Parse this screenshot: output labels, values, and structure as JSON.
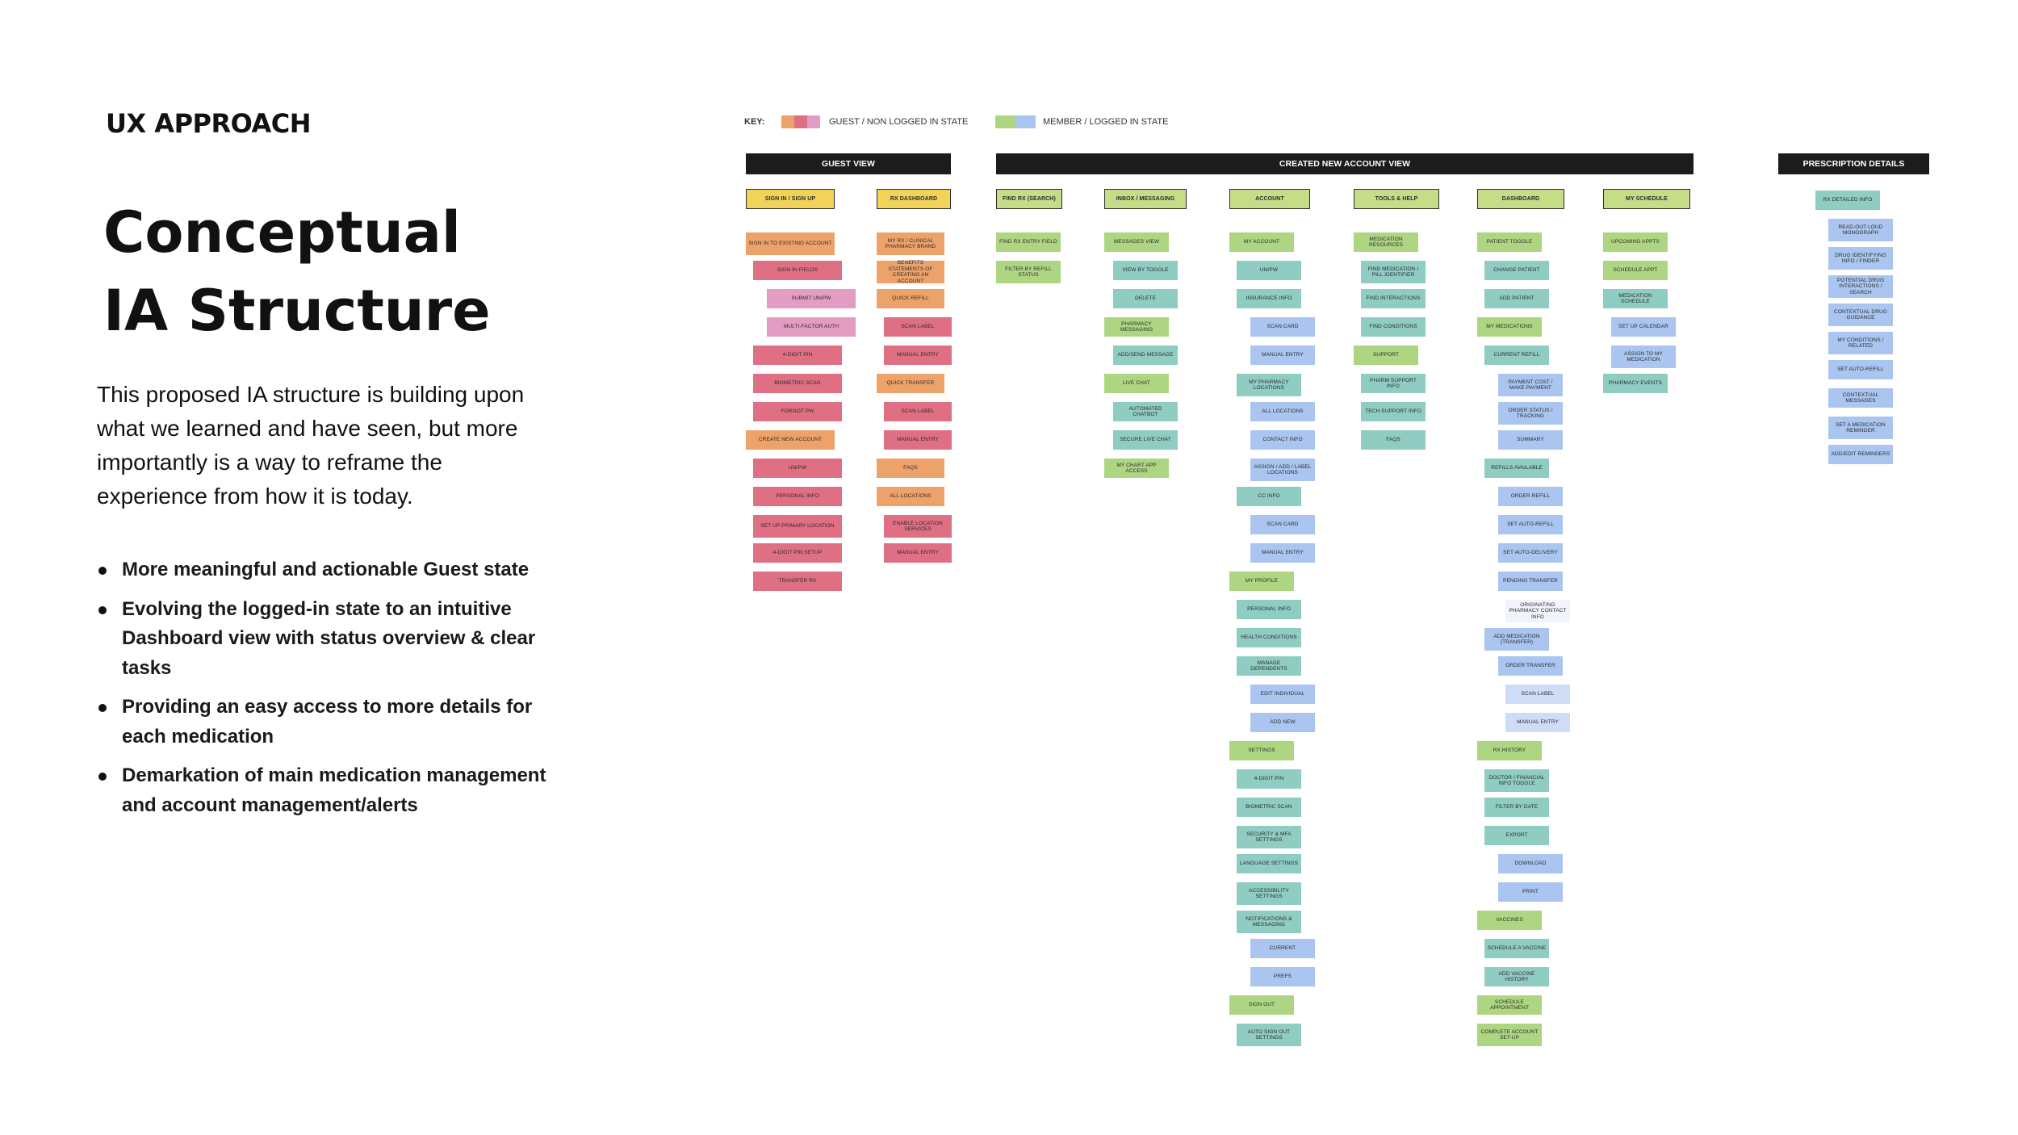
{
  "header": {
    "eyebrow": "UX APPROACH",
    "title_line1": "Conceptual",
    "title_line2": "IA Structure"
  },
  "intro": "This proposed IA structure is building upon what we learned and have seen, but more importantly is a way to reframe the experience from how it is today.",
  "bullets": [
    "More meaningful and actionable Guest state",
    "Evolving the logged-in state to an intuitive Dashboard view with status overview & clear tasks",
    "Providing an easy access to more details for each medication",
    "Demarkation of main medication management and account management/alerts"
  ],
  "key": {
    "label": "KEY:",
    "guest": "GUEST / NON LOGGED IN STATE",
    "member": "MEMBER / LOGGED IN STATE",
    "guest_colors": [
      "#eda26a",
      "#df6f83",
      "#e39cc2"
    ],
    "member_colors": [
      "#aed582",
      "#a9c5f0"
    ]
  },
  "banners": {
    "guest": "GUEST VIEW",
    "account": "CREATED NEW ACCOUNT VIEW",
    "rx": "PRESCRIPTION DETAILS"
  },
  "colors": {
    "yellow": "#f2d35a",
    "orange": "#eda26a",
    "red": "#df6f83",
    "pink": "#e39cc2",
    "light_green": "#c6dc86",
    "green": "#aed582",
    "teal": "#8fccc2",
    "blue": "#a9c5f0",
    "light_blue": "#cfdcf6",
    "banner": "#1c1c1c"
  },
  "columns": [
    {
      "id": "signin",
      "header": "SIGN IN / SIGN UP",
      "items": [
        {
          "text": "SIGN IN TO EXISTING ACCOUNT",
          "color": "orange",
          "level": 0
        },
        {
          "text": "SIGN IN FIELDS",
          "color": "red",
          "level": 1
        },
        {
          "text": "SUBMIT UN/PW",
          "color": "pink",
          "level": 2
        },
        {
          "text": "MULTI-FACTOR AUTH",
          "color": "pink",
          "level": 2
        },
        {
          "text": "4-DIGIT PIN",
          "color": "red",
          "level": 1
        },
        {
          "text": "BIOMETRIC SCAN",
          "color": "red",
          "level": 1
        },
        {
          "text": "FORGOT PW",
          "color": "red",
          "level": 1
        },
        {
          "text": "CREATE NEW ACCOUNT",
          "color": "orange",
          "level": 0
        },
        {
          "text": "UN/PW",
          "color": "red",
          "level": 1
        },
        {
          "text": "PERSONAL INFO",
          "color": "red",
          "level": 1
        },
        {
          "text": "SET UP PRIMARY LOCATION",
          "color": "red",
          "level": 1
        },
        {
          "text": "4-DIGIT PIN SETUP",
          "color": "red",
          "level": 1
        },
        {
          "text": "TRANSFER RX",
          "color": "red",
          "level": 1
        }
      ]
    },
    {
      "id": "rxdash",
      "header": "RX DASHBOARD",
      "items": [
        {
          "text": "MY RX / CLINICAL PHARMACY BRAND",
          "color": "orange",
          "level": 0
        },
        {
          "text": "BENEFITS STATEMENTS OF CREATING AN ACCOUNT",
          "color": "orange",
          "level": 0
        },
        {
          "text": "QUICK REFILL",
          "color": "orange",
          "level": 0
        },
        {
          "text": "SCAN LABEL",
          "color": "red",
          "level": 1
        },
        {
          "text": "MANUAL ENTRY",
          "color": "red",
          "level": 1
        },
        {
          "text": "QUICK TRANSFER",
          "color": "orange",
          "level": 0
        },
        {
          "text": "SCAN LABEL",
          "color": "red",
          "level": 1
        },
        {
          "text": "MANUAL ENTRY",
          "color": "red",
          "level": 1
        },
        {
          "text": "FAQS",
          "color": "orange",
          "level": 0
        },
        {
          "text": "ALL LOCATIONS",
          "color": "orange",
          "level": 0
        },
        {
          "text": "ENABLE LOCATION SERVICES",
          "color": "red",
          "level": 1
        },
        {
          "text": "MANUAL ENTRY",
          "color": "red",
          "level": 1
        }
      ]
    },
    {
      "id": "findrx",
      "header": "FIND RX (SEARCH)",
      "items": [
        {
          "text": "FIND RX ENTRY FIELD",
          "color": "green",
          "level": 0
        },
        {
          "text": "FILTER BY REFILL STATUS",
          "color": "green",
          "level": 0
        }
      ]
    },
    {
      "id": "inbox",
      "header": "INBOX / MESSAGING",
      "items": [
        {
          "text": "MESSAGES VIEW",
          "color": "green",
          "level": 0
        },
        {
          "text": "VIEW BY TOGGLE",
          "color": "teal",
          "level": 1
        },
        {
          "text": "DELETE",
          "color": "teal",
          "level": 1
        },
        {
          "text": "PHARMACY MESSAGING",
          "color": "green",
          "level": 0
        },
        {
          "text": "ADD/SEND MESSAGE",
          "color": "teal",
          "level": 1
        },
        {
          "text": "LIVE CHAT",
          "color": "green",
          "level": 0
        },
        {
          "text": "AUTOMATED CHATBOT",
          "color": "teal",
          "level": 1
        },
        {
          "text": "SECURE LIVE CHAT",
          "color": "teal",
          "level": 1
        },
        {
          "text": "MY CHART APP ACCESS",
          "color": "green",
          "level": 0
        }
      ]
    },
    {
      "id": "account",
      "header": "ACCOUNT",
      "items": [
        {
          "text": "MY ACCOUNT",
          "color": "green",
          "level": 0
        },
        {
          "text": "UN/PW",
          "color": "teal",
          "level": 1
        },
        {
          "text": "INSURANCE INFO",
          "color": "teal",
          "level": 1
        },
        {
          "text": "SCAN CARD",
          "color": "blue",
          "level": 2
        },
        {
          "text": "MANUAL ENTRY",
          "color": "blue",
          "level": 2
        },
        {
          "text": "MY PHARMACY LOCATIONS",
          "color": "teal",
          "level": 1
        },
        {
          "text": "ALL LOCATIONS",
          "color": "blue",
          "level": 2
        },
        {
          "text": "CONTACT INFO",
          "color": "blue",
          "level": 2
        },
        {
          "text": "ASSIGN / ADD / LABEL LOCATIONS",
          "color": "blue",
          "level": 2
        },
        {
          "text": "CC INFO",
          "color": "teal",
          "level": 1
        },
        {
          "text": "SCAN CARD",
          "color": "blue",
          "level": 2
        },
        {
          "text": "MANUAL ENTRY",
          "color": "blue",
          "level": 2
        },
        {
          "text": "MY PROFILE",
          "color": "green",
          "level": 0
        },
        {
          "text": "PERSONAL INFO",
          "color": "teal",
          "level": 1
        },
        {
          "text": "HEALTH CONDITIONS",
          "color": "teal",
          "level": 1
        },
        {
          "text": "MANAGE DEPENDENTS",
          "color": "teal",
          "level": 1
        },
        {
          "text": "EDIT INDIVIDUAL",
          "color": "blue",
          "level": 2
        },
        {
          "text": "ADD NEW",
          "color": "blue",
          "level": 2
        },
        {
          "text": "SETTINGS",
          "color": "green",
          "level": 0
        },
        {
          "text": "4-DIGIT PIN",
          "color": "teal",
          "level": 1
        },
        {
          "text": "BIOMETRIC SCAN",
          "color": "teal",
          "level": 1
        },
        {
          "text": "SECURITY & MFA SETTINGS",
          "color": "teal",
          "level": 1
        },
        {
          "text": "LANGUAGE SETTINGS",
          "color": "teal",
          "level": 1
        },
        {
          "text": "ACCESSIBILITY SETTINGS",
          "color": "teal",
          "level": 1
        },
        {
          "text": "NOTIFICATIONS & MESSAGING",
          "color": "teal",
          "level": 1
        },
        {
          "text": "CURRENT",
          "color": "blue",
          "level": 2
        },
        {
          "text": "PREFS",
          "color": "blue",
          "level": 2
        },
        {
          "text": "SIGN OUT",
          "color": "green",
          "level": 0
        },
        {
          "text": "AUTO SIGN OUT SETTINGS",
          "color": "teal",
          "level": 1
        }
      ]
    },
    {
      "id": "tools",
      "header": "TOOLS & HELP",
      "items": [
        {
          "text": "MEDICATION RESOURCES",
          "color": "green",
          "level": 0
        },
        {
          "text": "FIND MEDICATION / PILL IDENTIFIER",
          "color": "teal",
          "level": 1
        },
        {
          "text": "FIND INTERACTIONS",
          "color": "teal",
          "level": 1
        },
        {
          "text": "FIND CONDITIONS",
          "color": "teal",
          "level": 1
        },
        {
          "text": "SUPPORT",
          "color": "green",
          "level": 0
        },
        {
          "text": "PHARM SUPPORT INFO",
          "color": "teal",
          "level": 1
        },
        {
          "text": "TECH SUPPORT INFO",
          "color": "teal",
          "level": 1
        },
        {
          "text": "FAQS",
          "color": "teal",
          "level": 1
        }
      ]
    },
    {
      "id": "dashboard",
      "header": "DASHBOARD",
      "items": [
        {
          "text": "PATIENT TOGGLE",
          "color": "green",
          "level": 0
        },
        {
          "text": "CHANGE PATIENT",
          "color": "teal",
          "level": 1
        },
        {
          "text": "ADD PATIENT",
          "color": "teal",
          "level": 1
        },
        {
          "text": "MY MEDICATIONS",
          "color": "green",
          "level": 0
        },
        {
          "text": "CURRENT REFILL",
          "color": "teal",
          "level": 1
        },
        {
          "text": "PAYMENT COST / MAKE PAYMENT",
          "color": "blue",
          "level": 2
        },
        {
          "text": "ORDER STATUS / TRACKING",
          "color": "blue",
          "level": 2
        },
        {
          "text": "SUMMARY",
          "color": "blue",
          "level": 2
        },
        {
          "text": "REFILLS AVAILABLE",
          "color": "teal",
          "level": 1
        },
        {
          "text": "ORDER REFILL",
          "color": "blue",
          "level": 2
        },
        {
          "text": "SET AUTO-REFILL",
          "color": "blue",
          "level": 2
        },
        {
          "text": "SET AUTO-DELIVERY",
          "color": "blue",
          "level": 2
        },
        {
          "text": "PENDING TRANSFER",
          "color": "blue",
          "level": 2
        },
        {
          "text": "ORIGINATING PHARMACY CONTACT INFO",
          "color": "plain",
          "level": 3
        },
        {
          "text": "ADD MEDICATION (TRANSFER)",
          "color": "blue",
          "level": 1
        },
        {
          "text": "ORDER TRANSFER",
          "color": "blue",
          "level": 2
        },
        {
          "text": "SCAN LABEL",
          "color": "lblue",
          "level": 3
        },
        {
          "text": "MANUAL ENTRY",
          "color": "lblue",
          "level": 3
        },
        {
          "text": "RX HISTORY",
          "color": "green",
          "level": 0
        },
        {
          "text": "DOCTOR / FINANCIAL INFO TOGGLE",
          "color": "teal",
          "level": 1
        },
        {
          "text": "FILTER BY DATE",
          "color": "teal",
          "level": 1
        },
        {
          "text": "EXPORT",
          "color": "teal",
          "level": 1
        },
        {
          "text": "DOWNLOAD",
          "color": "blue",
          "level": 2
        },
        {
          "text": "PRINT",
          "color": "blue",
          "level": 2
        },
        {
          "text": "VACCINES",
          "color": "green",
          "level": 0
        },
        {
          "text": "SCHEDULE A VACCINE",
          "color": "teal",
          "level": 1
        },
        {
          "text": "ADD VACCINE HISTORY",
          "color": "teal",
          "level": 1
        },
        {
          "text": "SCHEDULE APPOINTMENT",
          "color": "green",
          "level": 0
        },
        {
          "text": "COMPLETE ACCOUNT SET-UP",
          "color": "green",
          "level": 0
        }
      ]
    },
    {
      "id": "schedule",
      "header": "MY SCHEDULE",
      "items": [
        {
          "text": "UPCOMING APPTS",
          "color": "green",
          "level": 0
        },
        {
          "text": "SCHEDULE APPT",
          "color": "green",
          "level": 0
        },
        {
          "text": "MEDICATION SCHEDULE",
          "color": "teal",
          "level": 0
        },
        {
          "text": "SET UP CALENDAR",
          "color": "blue",
          "level": 1
        },
        {
          "text": "ASSIGN TO MY MEDICATION",
          "color": "blue",
          "level": 1
        },
        {
          "text": "PHARMACY EVENTS",
          "color": "teal",
          "level": 0
        }
      ]
    },
    {
      "id": "rxdetails",
      "header": "",
      "items": [
        {
          "text": "RX DETAILED INFO",
          "color": "teal",
          "level": 0
        },
        {
          "text": "READ-OUT LOUD MONOGRAPH",
          "color": "blue",
          "level": 1
        },
        {
          "text": "DRUG IDENTIFYING INFO / FINDER",
          "color": "blue",
          "level": 1
        },
        {
          "text": "POTENTIAL DRUG INTERACTIONS / SEARCH",
          "color": "blue",
          "level": 1
        },
        {
          "text": "CONTEXTUAL DRUG GUIDANCE",
          "color": "blue",
          "level": 1
        },
        {
          "text": "MY CONDITIONS / RELATED",
          "color": "blue",
          "level": 1
        },
        {
          "text": "SET AUTO-REFILL",
          "color": "blue",
          "level": 1
        },
        {
          "text": "CONTEXTUAL MESSAGES",
          "color": "blue",
          "level": 1
        },
        {
          "text": "SET A MEDICATION REMINDER",
          "color": "blue",
          "level": 1
        },
        {
          "text": "ADD/EDIT REMINDERS",
          "color": "blue",
          "level": 1
        }
      ]
    }
  ]
}
